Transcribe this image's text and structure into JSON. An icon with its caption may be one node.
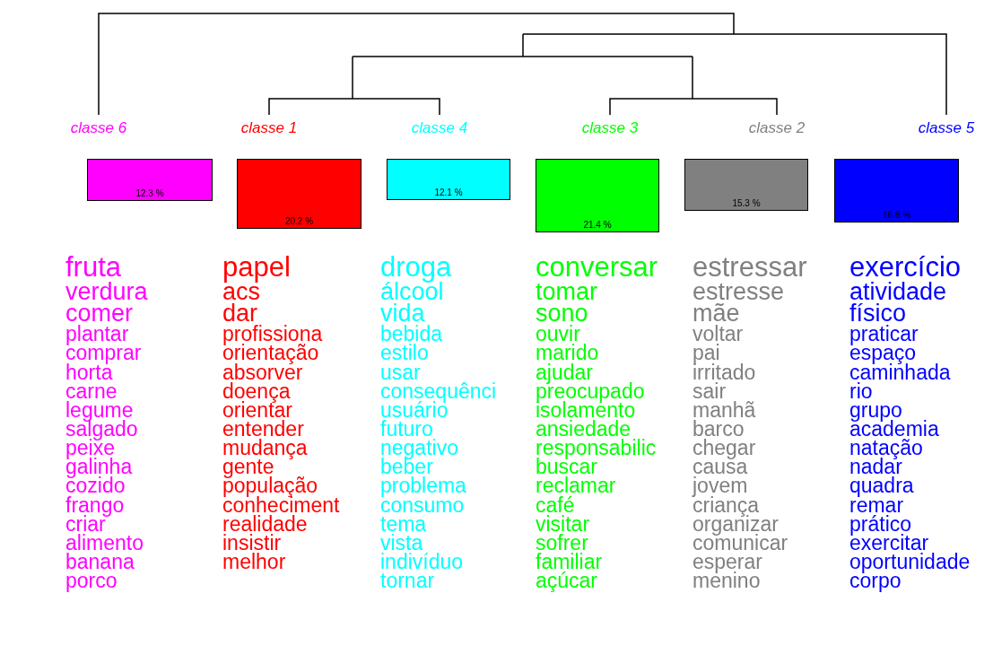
{
  "diagram": {
    "nodes": [
      {
        "text": [
          "classe 6",
          "12.3 %"
        ],
        "beside": [
          "fruta",
          "verdura",
          "comer",
          "plantar",
          "comprar",
          "horta",
          "carne",
          "legume",
          "salgado",
          "peixe",
          "galinha",
          "cozido",
          "frango",
          "criar",
          "alimento",
          "banana",
          "porco"
        ]
      },
      {
        "text": [
          "classe 1",
          "20.2 %"
        ],
        "beside": [
          "papel",
          "acs",
          "dar",
          "profissiona",
          "orientação",
          "absorver",
          "doença",
          "orientar",
          "entender",
          "mudança",
          "gente",
          "população",
          "conheciment",
          "realidade",
          "insistir",
          "melhor"
        ]
      },
      {
        "text": [
          "classe 4",
          "12.1 %"
        ],
        "beside": [
          "droga",
          "álcool",
          "vida",
          "bebida",
          "estilo",
          "usar",
          "consequênci",
          "usuário",
          "futuro",
          "negativo",
          "beber",
          "problema",
          "consumo",
          "tema",
          "vista",
          "indivíduo",
          "tornar"
        ]
      },
      {
        "text": [
          "classe 3",
          "21.4 %"
        ],
        "beside": [
          "conversar",
          "tomar",
          "sono",
          "ouvir",
          "marido",
          "ajudar",
          "preocupado",
          "isolamento",
          "ansiedade",
          "responsabilic",
          "buscar",
          "reclamar",
          "café",
          "visitar",
          "sofrer",
          "familiar",
          "açúcar"
        ]
      },
      {
        "text": [
          "classe 2",
          "15.3 %"
        ],
        "beside": [
          "estressar",
          "estresse",
          "mãe",
          "voltar",
          "pai",
          "irritado",
          "sair",
          "manhã",
          "barco",
          "chegar",
          "causa",
          "jovem",
          "criança",
          "organizar",
          "comunicar",
          "esperar",
          "menino"
        ]
      },
      {
        "text": [
          "classe 5",
          "16.8 %"
        ],
        "beside": [
          "exercício",
          "atividade",
          "físico",
          "praticar",
          "espaço",
          "caminhada",
          "rio",
          "grupo",
          "academia",
          "natação",
          "nadar",
          "quadra",
          "remar",
          "prático",
          "exercitar",
          "oportunidade",
          "corpo"
        ]
      }
    ]
  }
}
